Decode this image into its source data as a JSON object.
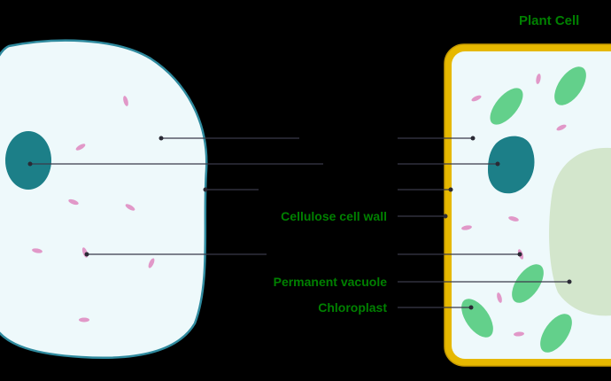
{
  "colors": {
    "background": "#000000",
    "label_green": "#008000",
    "cytoplasm": "#eef9fb",
    "animal_membrane": "#2f8a9e",
    "nucleus": "#1c7f88",
    "cell_wall": "#e6b800",
    "cell_wall_inner": "#c79b00",
    "vacuole": "#d3e6cc",
    "chloroplast": "#63d08b",
    "mitochondria": "#e198c8",
    "leader_line": "#3a3a4a"
  },
  "plant_cell": {
    "title": "Plant Cell",
    "labels": {
      "cell_wall": "Cellulose cell wall",
      "vacuole": "Permanent vacuole",
      "chloroplast": "Chloroplast"
    }
  }
}
